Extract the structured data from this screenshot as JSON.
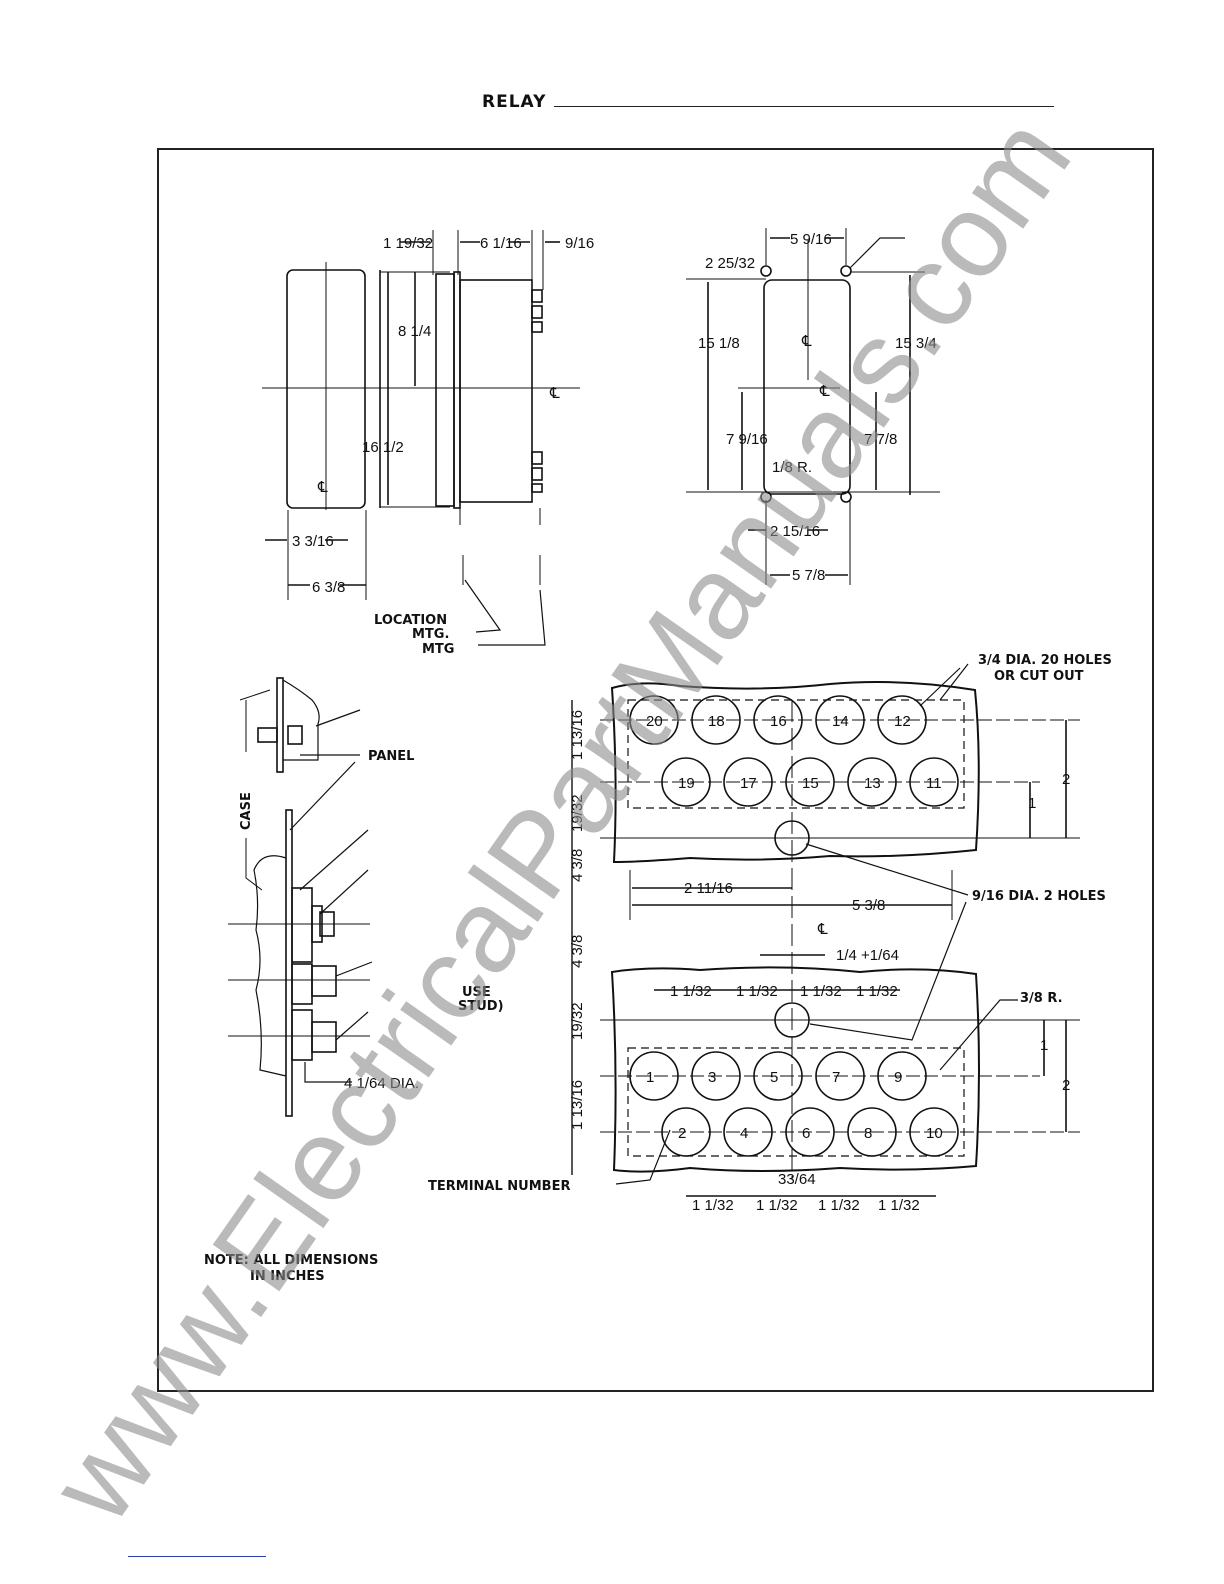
{
  "header": {
    "label": "RELAY"
  },
  "notes": {
    "line1": "NOTE: ALL DIMENSIONS",
    "line2": "IN INCHES"
  },
  "side_view": {
    "dims": {
      "d1": "1 19/32",
      "d2": "6 1/16",
      "d3": "9/16",
      "d4": "8 1/4",
      "d5": "16 1/2",
      "d6": "3 3/16",
      "d7": "6 3/8"
    },
    "callouts": {
      "location": "LOCATION",
      "mtg1": "MTG.",
      "mtg2": "MTG"
    },
    "centerline": "℄"
  },
  "front_view": {
    "dims": {
      "d1": "2 25/32",
      "d2": "5 9/16",
      "d3": "15 1/8",
      "d4": "15 3/4",
      "d5": "7 9/16",
      "d6": "7 7/8",
      "d7": "1/8 R.",
      "d8": "2 15/16",
      "d9": "5 7/8"
    }
  },
  "panel_detail": {
    "labels": {
      "case": "CASE",
      "panel": "PANEL",
      "use_stud_1": "USE",
      "use_stud_2": "STUD)",
      "dia": "4 1/64 DIA."
    }
  },
  "cutout": {
    "top_terminals": [
      "20",
      "18",
      "16",
      "14",
      "12",
      "19",
      "17",
      "15",
      "13",
      "11"
    ],
    "bottom_terminals": [
      "1",
      "3",
      "5",
      "7",
      "9",
      "2",
      "4",
      "6",
      "8",
      "10"
    ],
    "labels": {
      "holes_a": "3/4 DIA. 20 HOLES",
      "holes_b": "OR CUT OUT",
      "holes_c": "9/16 DIA. 2 HOLES",
      "radius": "3/8 R.",
      "terminal_number": "TERMINAL NUMBER",
      "centerline": "℄"
    },
    "dims": {
      "v1": "1 13/16",
      "v2": "19/32",
      "v3": "4 3/8",
      "v4": "4 3/8",
      "v5": "19/32",
      "v6": "1 13/16",
      "h1": "2 11/16",
      "h2": "5 3/8",
      "h3": "1/4 +1/64",
      "pitch": "1 1/32",
      "offset": "33/64",
      "r1": "1",
      "r2": "2",
      "r3": "1",
      "r4": "2"
    }
  },
  "watermark": {
    "text": "www.ElectricalPartManuals.com"
  }
}
